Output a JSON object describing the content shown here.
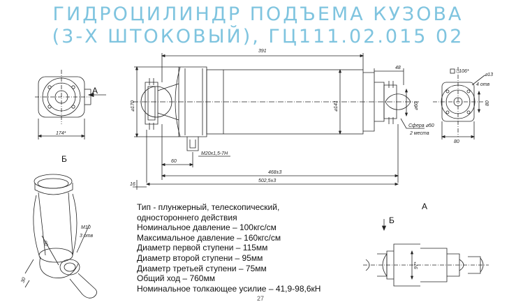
{
  "title_line1": "ГИДРОЦИЛИНДР ПОДЪЕМА КУЗОВА",
  "title_line2": "(3-Х ШТОКОВЫЙ), ГЦ111.02.015 02",
  "views": {
    "left_b": "Б",
    "arrow_a": "A",
    "right_a": "A",
    "right_b": "Б"
  },
  "dimensions": {
    "length_391": "391",
    "dim_48": "48",
    "dia_170": "⌀170",
    "dia_141": "⌀141",
    "dia_60": "⌀60",
    "sphere": "Сфера ⌀50",
    "two_places": "2 места",
    "thread": "M20x1,5-7H",
    "dim_60": "60",
    "dim_468": "468±3",
    "dim_502": "502,5±3",
    "dim_16": "16",
    "dim_174": "174*",
    "sq_106": "□106*",
    "dia_13": "⌀13",
    "holes_4": "4 отв",
    "dim_80_v": "80",
    "dim_80_h": "80",
    "m10": "M10",
    "holes_3": "3 отв",
    "dim_80_b": "80",
    "dim_30": "30",
    "dim_97": "97*"
  },
  "specs": [
    "Тип - плунжерный, телескопический,",
    "одностороннего действия",
    "Номинальное давление – 100кгс/см",
    "Максимальное давление – 160кгс/см",
    "Диаметр первой ступени – 115мм",
    "Диаметр второй ступени – 95мм",
    "Диаметр третьей ступени – 75мм",
    "Общий ход – 760мм",
    "Номинальное толкающее усилие – 41,9-98,6кН"
  ],
  "page_number": "27"
}
